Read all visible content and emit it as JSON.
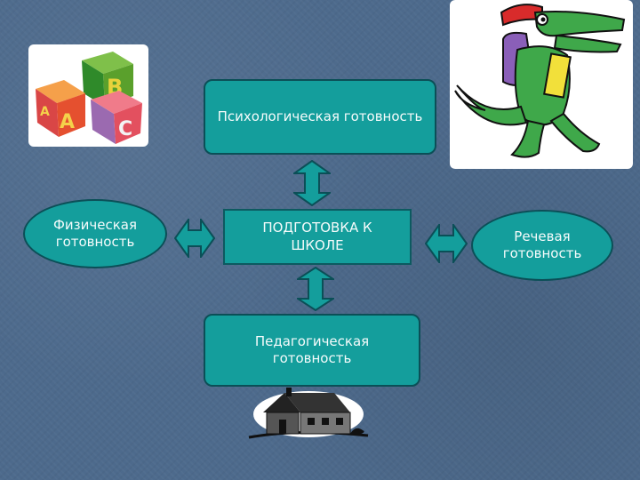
{
  "nodes": {
    "top": "Психологическая готовность",
    "center": "ПОДГОТОВКА К ШКОЛЕ",
    "left": "Физическая готовность",
    "right": "Речевая готовность",
    "bottom": "Педагогическая готовность"
  },
  "clipart": {
    "blocks": "toy-blocks-icon",
    "crocodile": "crocodile-student-icon",
    "school": "schoolhouse-icon"
  },
  "block_letters": [
    "A",
    "B",
    "C",
    "A"
  ],
  "colors": {
    "background": "#4d6a8c",
    "box_fill": "#149e9c",
    "box_border": "#0b4f57",
    "arrow_fill": "#149e9c",
    "text": "#f5fbfb"
  }
}
